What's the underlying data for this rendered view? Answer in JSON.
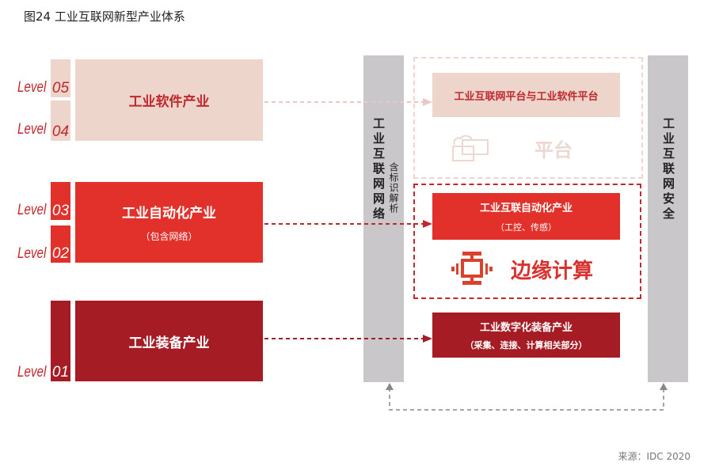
{
  "title": "图24 工业互联网新型产业体系",
  "levels": [
    {
      "label": "Level",
      "num": "05"
    },
    {
      "label": "Level",
      "num": "04"
    },
    {
      "label": "Level",
      "num": "03"
    },
    {
      "label": "Level",
      "num": "02"
    },
    {
      "label": "Level",
      "num": "01"
    }
  ],
  "industries": {
    "software": "工业软件产业",
    "automation": "工业自动化产业",
    "automation_sub": "（包含网络）",
    "equipment": "工业装备产业"
  },
  "network_column": {
    "title": "工业互联网网络",
    "sub": "含标识解析"
  },
  "security_column": {
    "title": "工业互联网安全"
  },
  "right": {
    "platform_box": "工业互联网平台与工业软件平台",
    "platform_label": "平台",
    "automation_box": "工业互联自动化产业",
    "automation_sub": "（工控、传感）",
    "edge_label": "边缘计算",
    "equipment_box": "工业数字化装备产业",
    "equipment_sub": "（采集、连接、计算相关部分）"
  },
  "source": "来源：IDC 2020",
  "colors": {
    "light": "#edd5cc",
    "red": "#e2302a",
    "dark": "#a51c24",
    "gray": "#c9c7c9"
  }
}
